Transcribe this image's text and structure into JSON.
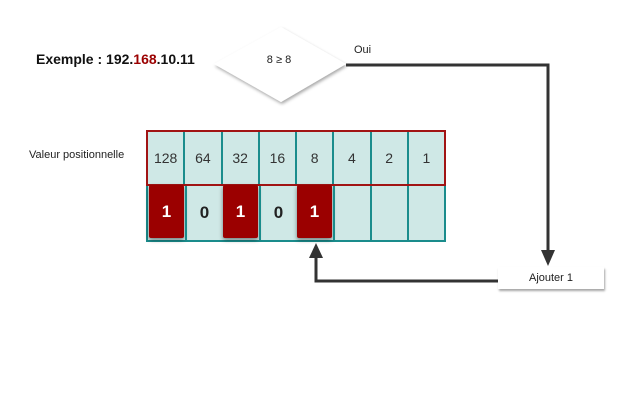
{
  "example": {
    "prefix": "Exemple : 192.",
    "highlight": "168",
    "suffix": ".10.11"
  },
  "decision": {
    "condition": "8 ≥ 8",
    "yes_label": "Oui"
  },
  "row_label": "Valeur positionnelle",
  "place_values": [
    "128",
    "64",
    "32",
    "16",
    "8",
    "4",
    "2",
    "1"
  ],
  "bits": [
    "1",
    "0",
    "1",
    "0",
    "1",
    "",
    "",
    ""
  ],
  "bits_on": [
    true,
    false,
    true,
    false,
    true,
    false,
    false,
    false
  ],
  "action_label": "Ajouter 1",
  "colors": {
    "accent": "#9b0000",
    "cell_fill": "#cfe8e6",
    "teal_border": "#1a8c8c",
    "red_border": "#a11414"
  }
}
